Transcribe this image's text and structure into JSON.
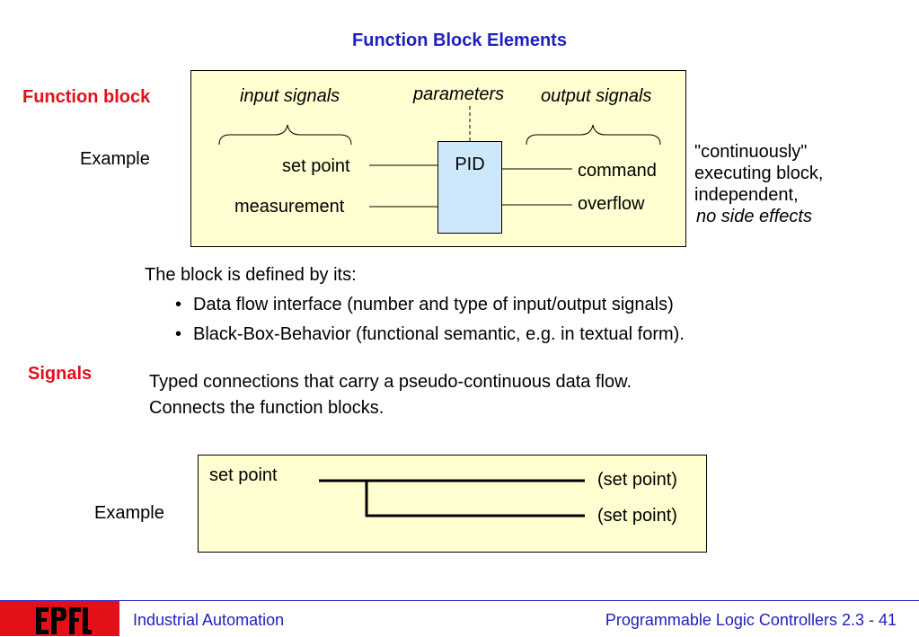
{
  "title": "Function Block Elements",
  "function_block": {
    "label": "Function block",
    "example_label": "Example",
    "input_signals": "input signals",
    "parameters": "parameters",
    "output_signals": "output signals",
    "block_name": "PID",
    "inputs": [
      "set point",
      "measurement"
    ],
    "outputs": [
      "command",
      "overflow"
    ],
    "note": [
      "\"continuously\"",
      "executing block,",
      "independent,",
      "no side effects"
    ]
  },
  "definition": {
    "intro": "The block is defined by its:",
    "bullets": [
      "Data flow interface (number and type of input/output signals)",
      "Black-Box-Behavior (functional semantic, e.g. in textual form)."
    ]
  },
  "signals": {
    "label": "Signals",
    "lines": [
      "Typed connections that carry a pseudo-continuous data flow.",
      "Connects the function blocks."
    ],
    "example_label": "Example",
    "source": "set point",
    "targets": [
      "(set point)",
      "(set point)"
    ]
  },
  "footer": {
    "left": "Industrial Automation",
    "right": "Programmable Logic Controllers 2.3 - 41",
    "logo_text": "EPFL"
  },
  "colors": {
    "title_blue": "#1f1fbf",
    "label_red": "#e3101a",
    "box_yellow": "#ffffd1",
    "pid_blue": "#cde8fb"
  }
}
